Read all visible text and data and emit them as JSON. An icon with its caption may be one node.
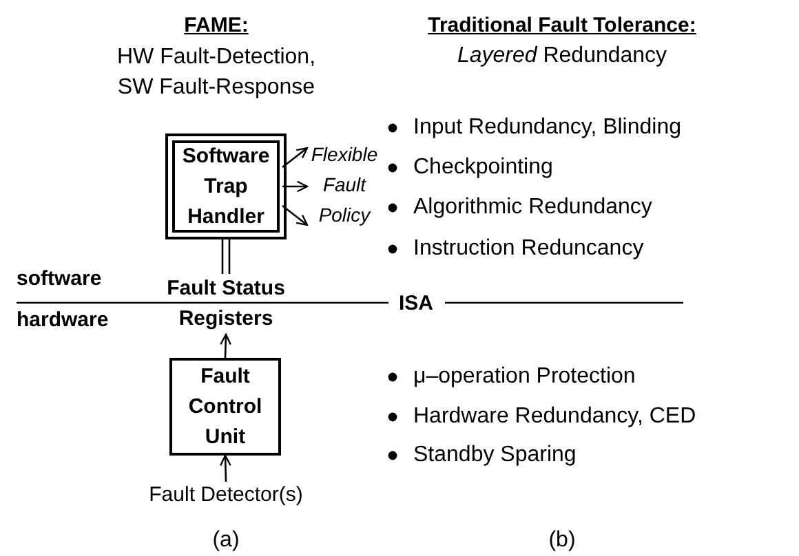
{
  "diagram": {
    "nodes": [
      {
        "text": [
          "Software Trap Handler"
        ]
      },
      {
        "text": [
          "Flexible Fault Policy"
        ]
      },
      {
        "text": [
          "Fault Status Registers"
        ]
      },
      {
        "text": [
          "Fault Control Unit"
        ]
      },
      {
        "text": [
          "Fault Detector(s)"
        ]
      }
    ],
    "edges": [
      {
        "from": 0,
        "to": 1,
        "arrow": "to"
      },
      {
        "from": 0,
        "to": 1,
        "arrow": "to"
      },
      {
        "from": 0,
        "to": 1,
        "arrow": "to"
      },
      {
        "from": 2,
        "to": 0,
        "arrow": "none"
      },
      {
        "from": 3,
        "to": 2,
        "arrow": "to"
      },
      {
        "from": 4,
        "to": 3,
        "arrow": "to"
      }
    ],
    "labels": [
      "FAME:",
      "Traditional Fault Tolerance:",
      "HW Fault-Detection, SW Fault-Response",
      "*Layered* Redundancy",
      "Input Redundancy, Blinding",
      "Checkpointing",
      "Algorithmic Redundancy",
      "Instruction Reduncancy",
      "software",
      "ISA",
      "hardware",
      "μ–operation Protection",
      "Hardware Redundancy, CED",
      "Standby Sparing",
      "(a)",
      "(b)"
    ]
  }
}
